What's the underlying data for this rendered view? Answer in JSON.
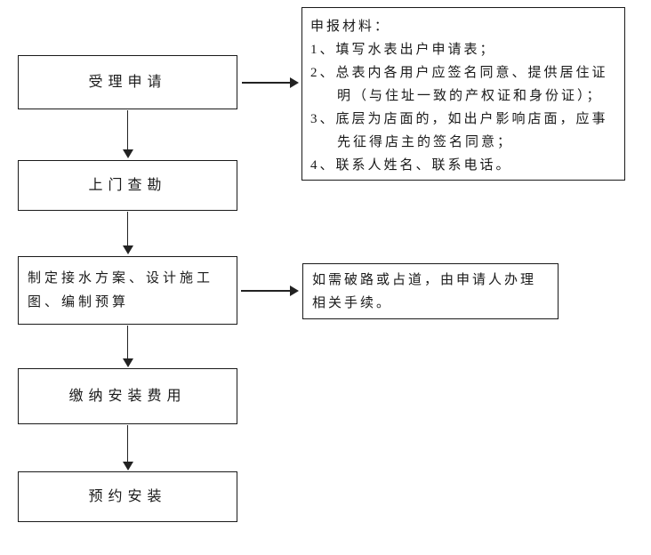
{
  "flow": {
    "steps": [
      {
        "label": "受理申请"
      },
      {
        "label": "上门查勘"
      },
      {
        "label": "制定接水方案、设计施工图、编制预算"
      },
      {
        "label": "缴纳安装费用"
      },
      {
        "label": "预约安装"
      }
    ]
  },
  "annotations": {
    "materials": {
      "title": "申报材料：",
      "items": [
        "1、填写水表出户申请表；",
        "2、总表内各用户应签名同意、提供居住证明（与住址一致的产权证和身份证）；",
        "3、底层为店面的，如出户影响店面，应事先征得店主的签名同意；",
        "4、联系人姓名、联系电话。"
      ]
    },
    "road_note": "如需破路或占道，由申请人办理相关手续。"
  },
  "icons": {
    "down_arrow": "▼",
    "right_arrow": "►"
  },
  "colors": {
    "background": "#ffffff",
    "border": "#1a1a1a",
    "text": "#1a1a1a",
    "arrow": "#222222"
  }
}
